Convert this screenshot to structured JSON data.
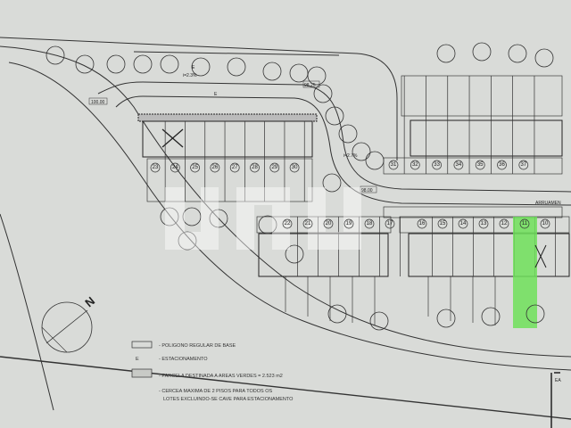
{
  "plan": {
    "elevations": [
      "100.00",
      "98.25",
      "98.00"
    ],
    "slopes": [
      "i=2.3%",
      "i=2.7%"
    ],
    "parking_mark": "E",
    "street_label": "ARRUAMEN",
    "north_label": "N",
    "corner_label": "EA",
    "lots_top_left": [
      "23",
      "24",
      "25",
      "26",
      "27",
      "28",
      "29",
      "30"
    ],
    "lots_top_right": [
      "31",
      "32",
      "33",
      "34",
      "35",
      "36",
      "37"
    ],
    "lots_bottom_middle": [
      "22",
      "21",
      "20",
      "19",
      "18",
      "17"
    ],
    "lots_bottom_right": [
      "16",
      "15",
      "14",
      "13",
      "12",
      "11",
      "10"
    ],
    "highlighted_lot": "11",
    "highlight_color": "#6ee05a"
  },
  "legend": {
    "items": [
      {
        "symbol": "rectangle",
        "text": "- POLIGONO REGULAR DE BASE"
      },
      {
        "symbol": "E",
        "text": "- ESTACIONAMENTO"
      },
      {
        "symbol": "hatched-rectangle",
        "text": "- PARCELA DESTINADA A AREAS VERDES = 2.523 m2"
      },
      {
        "symbol": "",
        "text": "- CERCEA MAXIMA DE 2 PISOS PARA TODOS OS"
      },
      {
        "symbol": "",
        "text": "LOTES EXCLUINDO-SE CAVE PARA ESTACIONAMENTO"
      }
    ]
  }
}
